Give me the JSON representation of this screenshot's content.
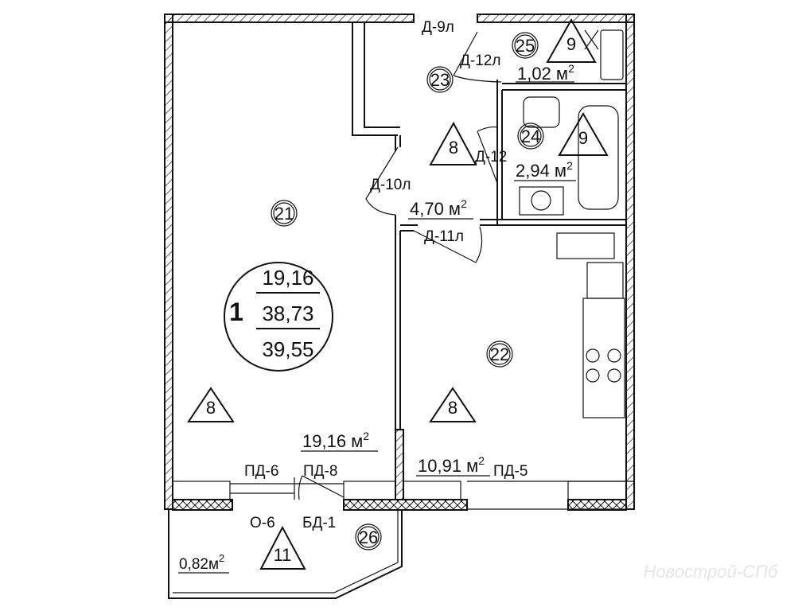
{
  "apartment": {
    "number": "1",
    "living_area": "19,16",
    "total_area": "38,73",
    "total_area_with_balcony": "39,55"
  },
  "rooms": [
    {
      "id": "21",
      "area": "19,16 м",
      "sup": "2",
      "marker": "8"
    },
    {
      "id": "22",
      "area": "10,91 м",
      "sup": "2",
      "marker": "8"
    },
    {
      "id": "23",
      "area": "4,70 м",
      "sup": "2",
      "marker": "8"
    },
    {
      "id": "24",
      "area": "2,94 м",
      "sup": "2",
      "marker": "9"
    },
    {
      "id": "25",
      "area": "1,02 м",
      "sup": "2",
      "marker": "9"
    },
    {
      "id": "26",
      "area": "0,82м",
      "sup": "2",
      "marker": "11"
    }
  ],
  "doors": {
    "d9": "Д-9л",
    "d10": "Д-10л",
    "d11": "Д-11л",
    "d12l": "Д-12л",
    "d12": "Д-12",
    "pd5": "ПД-5",
    "pd6": "ПД-6",
    "pd8": "ПД-8",
    "o6": "О-6",
    "bd1": "БД-1"
  },
  "watermark": "Новострой-СПб"
}
